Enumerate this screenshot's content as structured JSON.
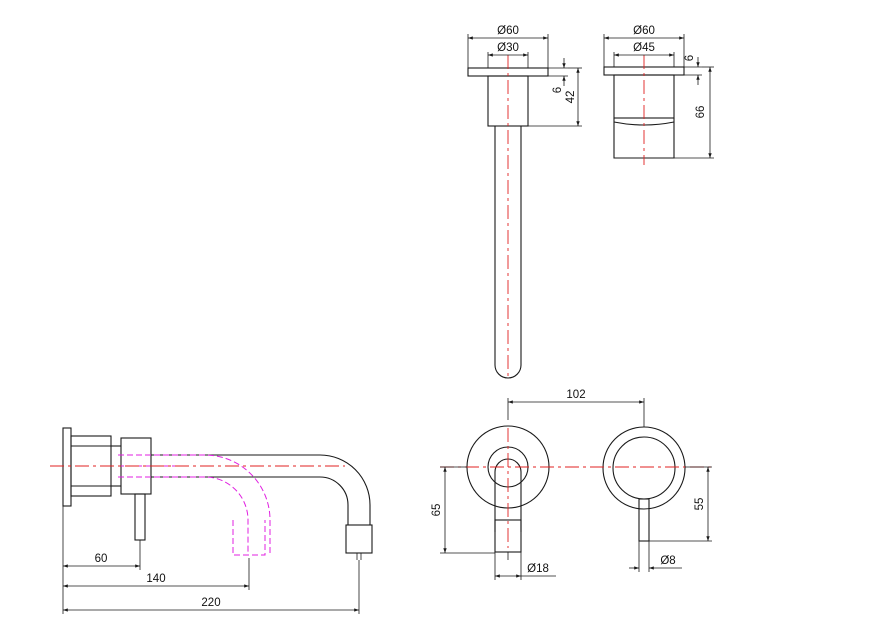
{
  "dimensions": {
    "top_flange_diameter": "Ø60",
    "top_body_diameter": "Ø30",
    "top_flange_thickness": "6",
    "top_height": "42",
    "handle_flange_diameter": "Ø60",
    "handle_body_diameter": "Ø45",
    "handle_flange_thickness": "6",
    "handle_height": "66",
    "center_distance": "102",
    "spout_height_below_center": "65",
    "handle_lever_height": "55",
    "spout_tip_diameter": "Ø18",
    "lever_diameter": "Ø8",
    "side_lever_offset": "60",
    "side_spout_projection_hidden": "140",
    "side_spout_projection": "220"
  }
}
